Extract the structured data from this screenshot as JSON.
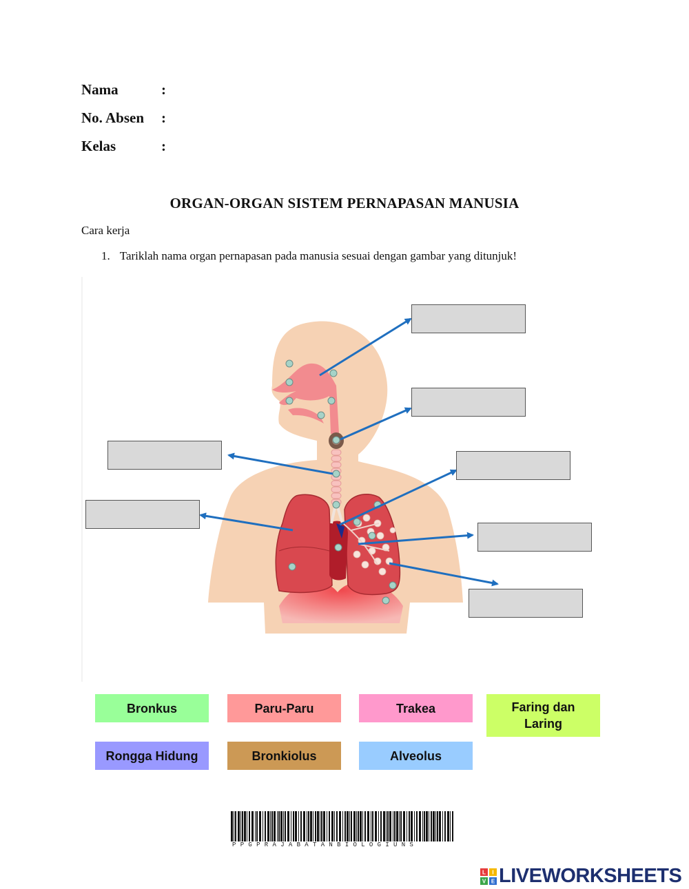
{
  "form": {
    "fields": [
      {
        "label": "Nama",
        "colon": ":"
      },
      {
        "label": "No. Absen",
        "colon": ":"
      },
      {
        "label": "Kelas",
        "colon": ":"
      }
    ]
  },
  "title": "ORGAN-ORGAN SISTEM PERNAPASAN MANUSIA",
  "subheading": "Cara kerja",
  "instruction": {
    "number": "1.",
    "text": "Tariklah nama organ pernapasan pada manusia sesuai dengan gambar yang ditunjuk!"
  },
  "answer_boxes_count": 7,
  "options": [
    {
      "label": "Bronkus",
      "color": "#99ff99"
    },
    {
      "label": "Paru-Paru",
      "color": "#ff9999"
    },
    {
      "label": "Trakea",
      "color": "#ff99cc"
    },
    {
      "label": "Faring dan Laring",
      "color": "#ccff66"
    },
    {
      "label": "Rongga Hidung",
      "color": "#9999ff"
    },
    {
      "label": "Bronkiolus",
      "color": "#cc9955"
    },
    {
      "label": "Alveolus",
      "color": "#99ccff"
    }
  ],
  "barcode": {
    "text": "PPGPRAJABATANBIOLOGIUNS"
  },
  "brand": {
    "text": "LIVEWORKSHEETS",
    "icon_letters": "LIVE"
  },
  "colors": {
    "arrow": "#1f6fbf",
    "skin": "#f6d2b4",
    "lung": "#d9484f",
    "airway": "#f28b8f",
    "box_fill": "#d9d9d9"
  }
}
